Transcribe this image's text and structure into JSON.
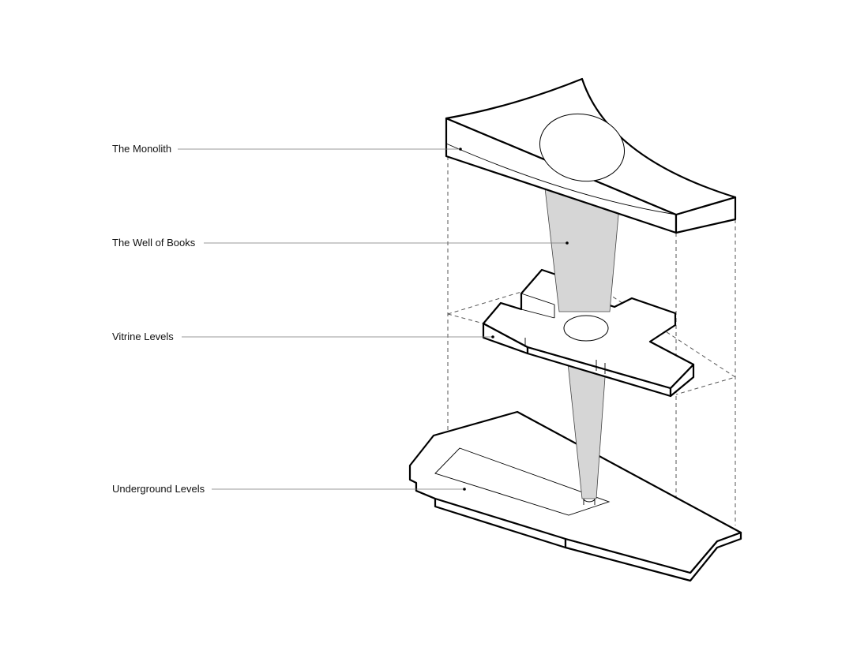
{
  "diagram": {
    "labels": {
      "monolith": "The Monolith",
      "well": "The Well of Books",
      "vitrine": "Vitrine Levels",
      "underground": "Underground Levels"
    },
    "colors": {
      "line": "#000000",
      "cone_fill": "#d6d6d6",
      "leader": "#777777",
      "dashed": "#555555"
    }
  }
}
